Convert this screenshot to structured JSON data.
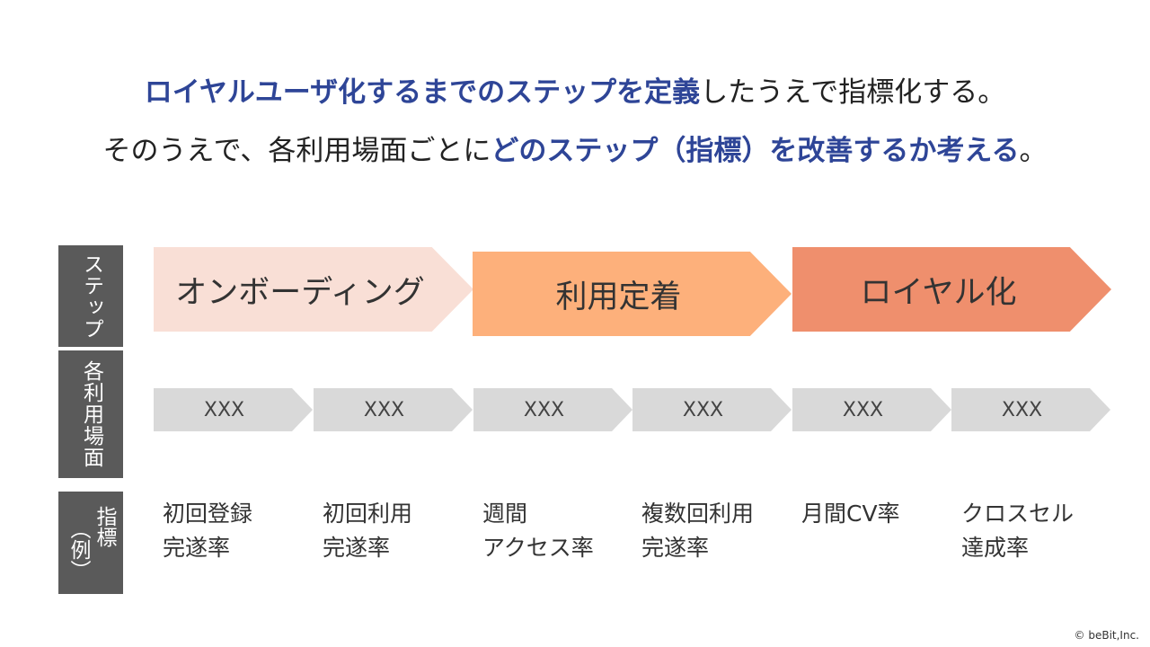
{
  "headline": {
    "line1_hl": "ロイヤルユーザ化するまでのステップを定義",
    "line1_rest": "したうえで指標化する。",
    "line2_pre": "そのうえで、各利用場面ごとに",
    "line2_hl": "どのステップ（指標）を改善するか考える",
    "line2_post": "。"
  },
  "labels": {
    "steps": "ステップ",
    "scenes": "各利用場面",
    "kpi_a": "指標",
    "kpi_b": "（例）"
  },
  "steps": [
    "オンボーディング",
    "利用定着",
    "ロイヤル化"
  ],
  "scenes": [
    "XXX",
    "XXX",
    "XXX",
    "XXX",
    "XXX",
    "XXX"
  ],
  "kpis": [
    {
      "l1": "初回登録",
      "l2": "完遂率"
    },
    {
      "l1": "初回利用",
      "l2": "完遂率"
    },
    {
      "l1": "週間",
      "l2": "アクセス率"
    },
    {
      "l1": "複数回利用",
      "l2": "完遂率"
    },
    {
      "l1": "月間CV率",
      "l2": ""
    },
    {
      "l1": "クロスセル",
      "l2": "達成率"
    }
  ],
  "copyright": "© beBit,Inc.",
  "colors": {
    "accent": "#2e4597",
    "step1": "#f9dfd6",
    "step2": "#fdb07b",
    "step3": "#ef8f6d",
    "scene": "#d9d9d9",
    "label_bg": "#5a5a5a"
  }
}
